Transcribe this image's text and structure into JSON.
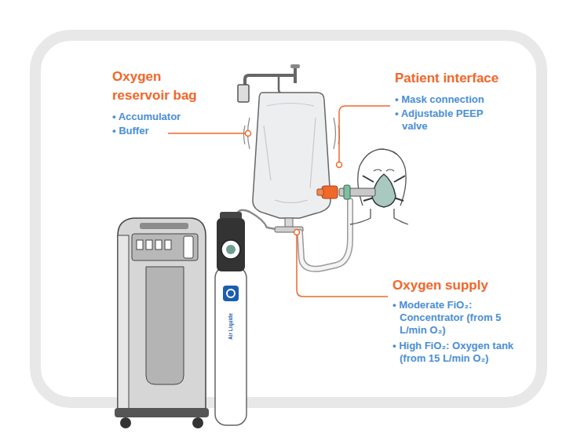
{
  "diagram": {
    "labels": [
      "Oxygen reservoir bag",
      "• Accumulator",
      "• Buffer",
      "Patient interface",
      "• Mask connection",
      "• Adjustable PEEP valve",
      "Oxygen supply",
      "• Moderate FiO₂: Concentrator (from 5 L/min O₂)",
      "• High FiO₂: Oxygen tank (from 15 L/min O₂)",
      "Air Liquide"
    ]
  }
}
